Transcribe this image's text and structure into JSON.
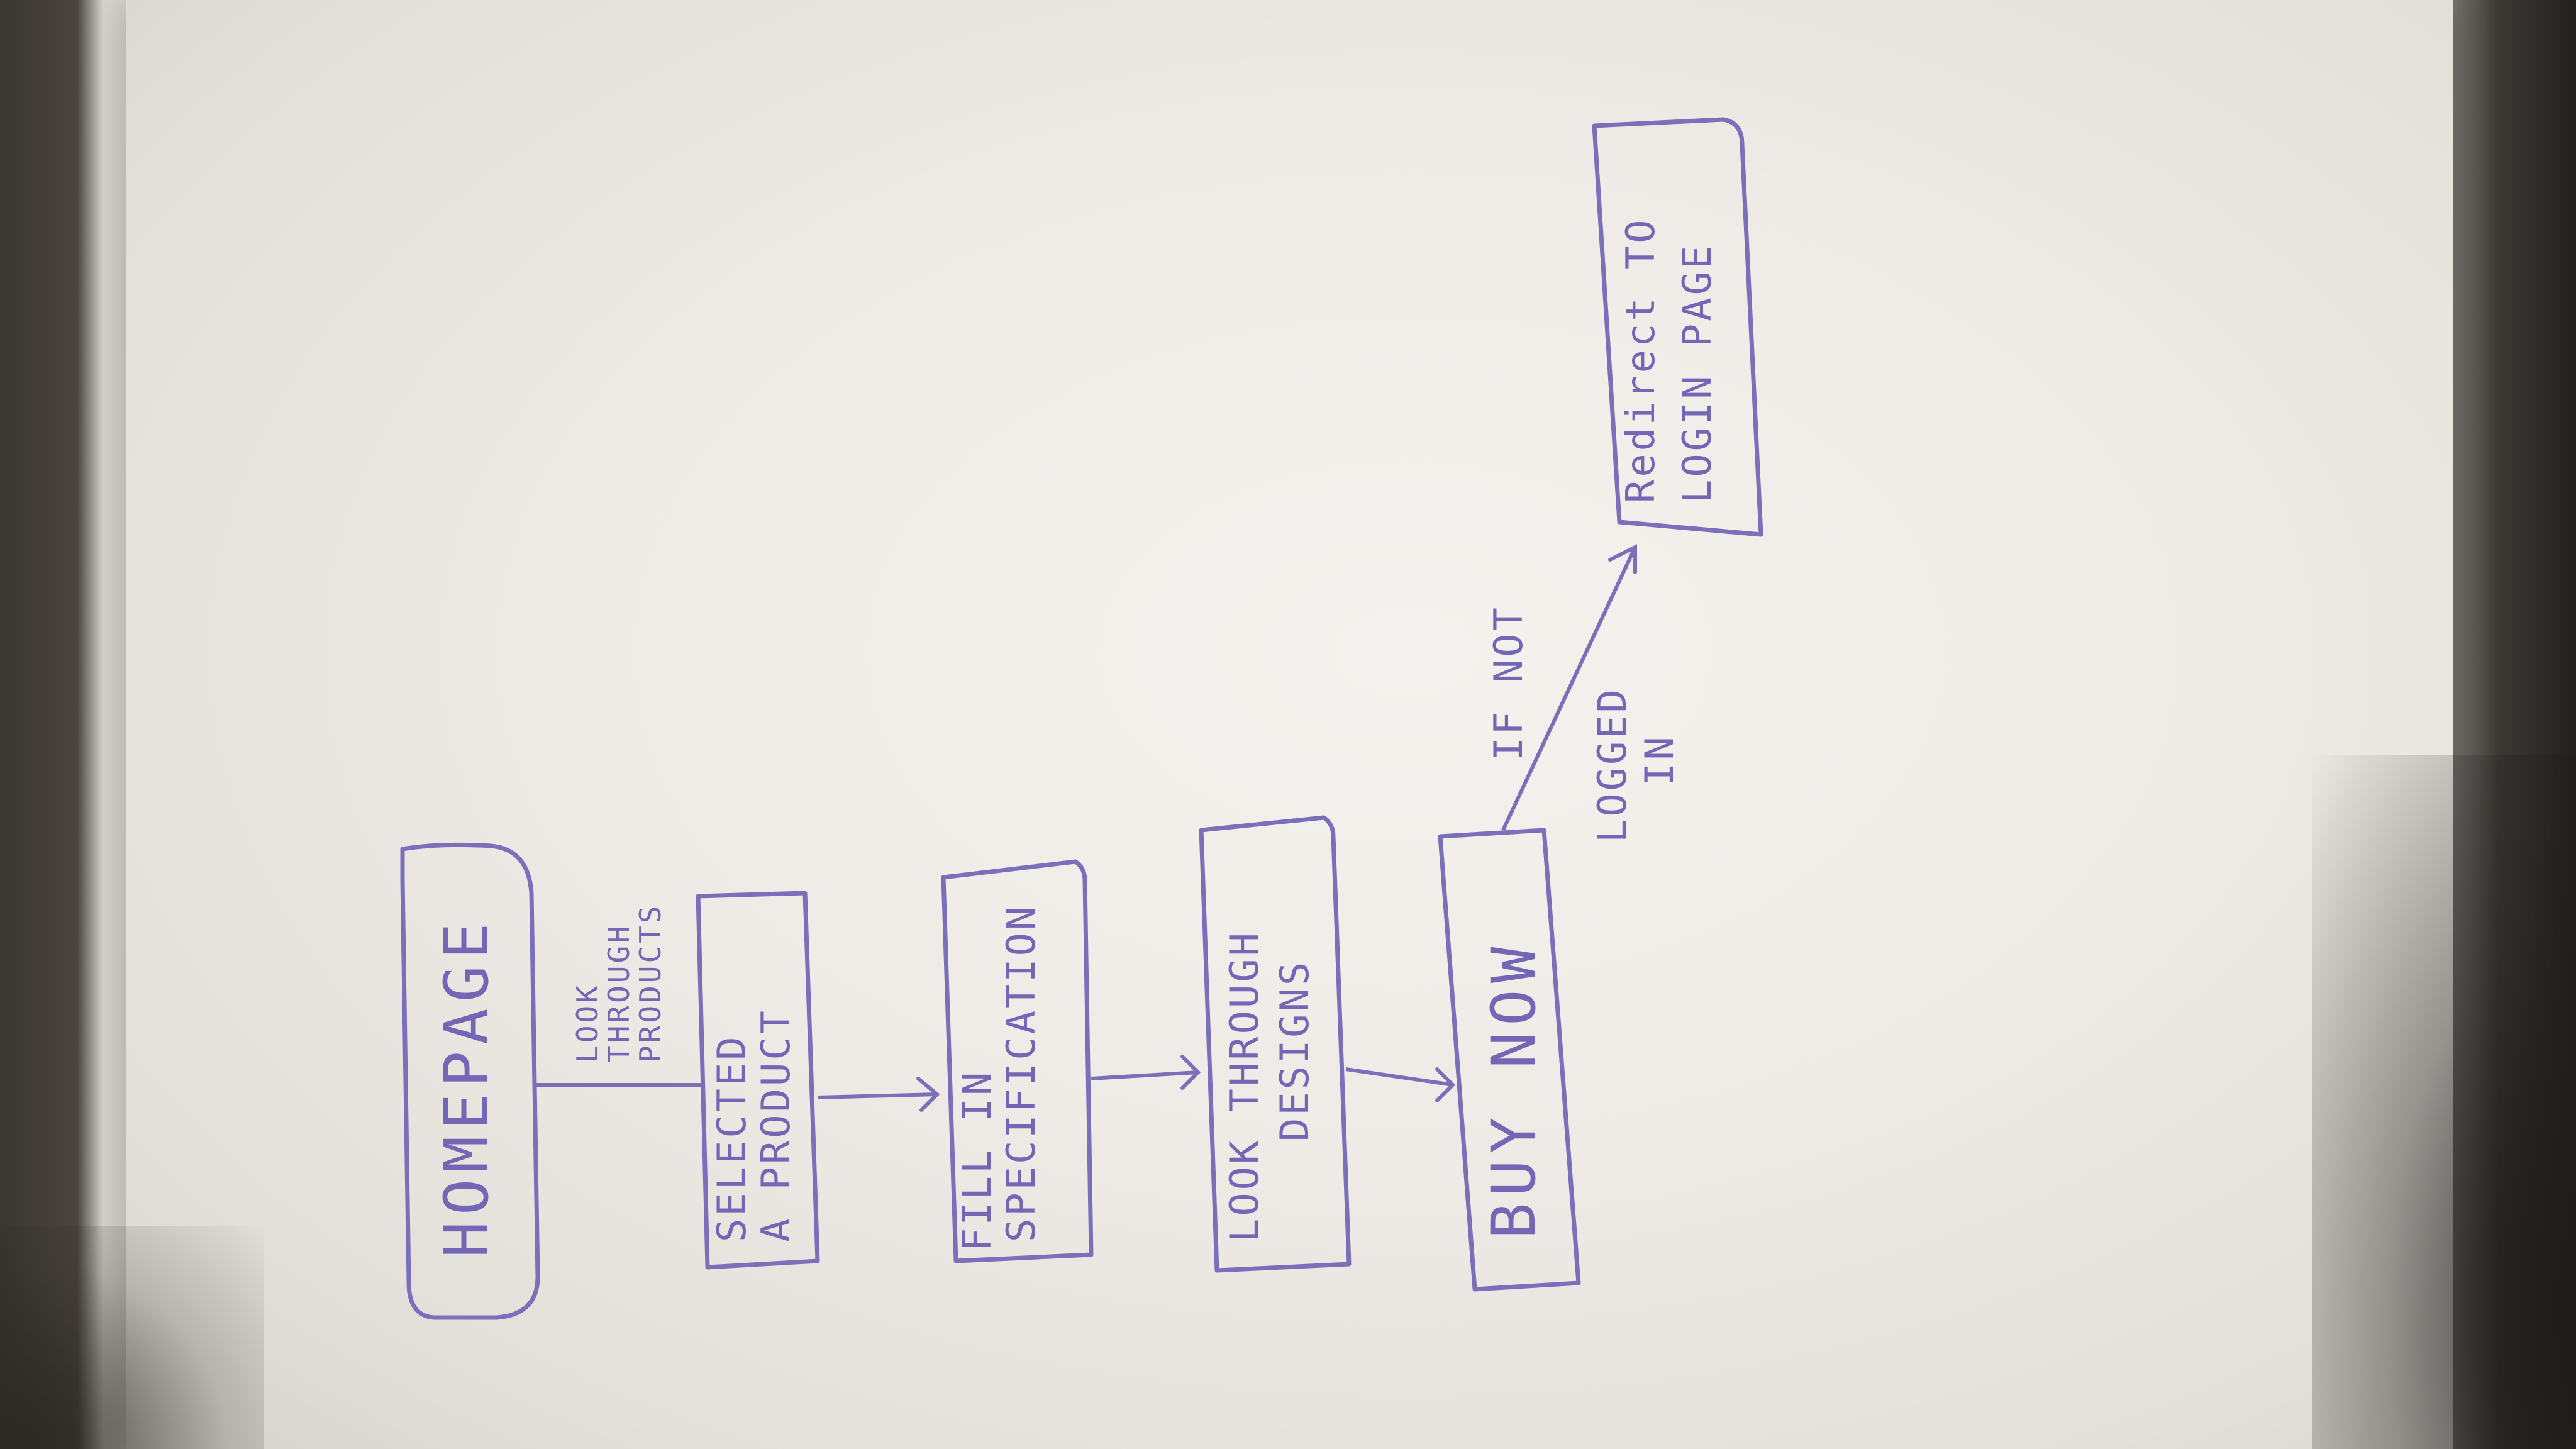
{
  "nodes": {
    "homepage": "HOMEPAGE",
    "selected_product_line1": "SELECTED",
    "selected_product_line2": "A PRODUCT",
    "fill_in_line1": "FILL IN",
    "fill_in_line2": "SPECIFICATION",
    "look_designs_line1": "LOOK THROUGH",
    "look_designs_line2": "DESIGNS",
    "buy_now": "BUY NOW",
    "redirect_line1": "Redirect TO",
    "redirect_line2": "LOGIN PAGE"
  },
  "edges": {
    "look_through_line1": "LOOK",
    "look_through_line2": "THROUGH",
    "look_through_line3": "PRODUCTS",
    "if_not": "IF NOT",
    "logged_line1": "LOGGED",
    "logged_line2": "IN"
  },
  "colors": {
    "ink": "#7a6fb8",
    "paper": "#eeebe6"
  }
}
